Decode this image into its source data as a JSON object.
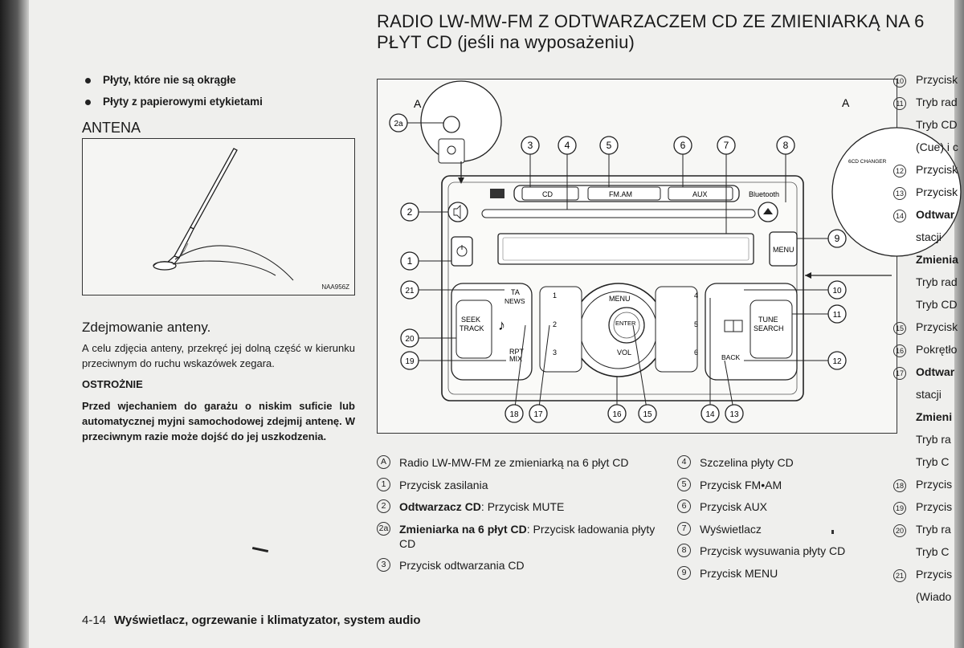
{
  "title": {
    "line1": "RADIO LW-MW-FM Z ODTWARZACZEM CD ZE ZMIENIARKĄ NA 6",
    "line2": "PŁYT CD (jeśli na wyposażeniu)"
  },
  "bullets": [
    "Płyty, które nie są okrągłe",
    "Płyty z papierowymi etykietami"
  ],
  "antenna_section": {
    "heading": "ANTENA",
    "image_code": "NAA956Z",
    "subheading": "Zdejmowanie anteny.",
    "text": "A celu zdjęcia anteny, przekręć jej dolną część w kierunku przeciwnym do ruchu wskazówek zegara.",
    "caution_heading": "OSTROŻNIE",
    "caution_text": "Przed wjechaniem do garażu o niskim suficie lub automatycznej myjni samochodowej zdejmij antenę. W przeciwnym razie może dojść do jej uszkodzenia."
  },
  "diagram": {
    "labels": {
      "cd": "CD",
      "fmam": "FM.AM",
      "aux": "AUX",
      "bluetooth": "Bluetooth",
      "menu": "MENU",
      "ta": "TA",
      "news": "NEWS",
      "seek": "SEEK",
      "track": "TRACK",
      "rpt": "RPT",
      "mix": "MIX",
      "tune": "TUNE",
      "search": "SEARCH",
      "back": "BACK",
      "enter": "ENTER",
      "menu_knob": "MENU",
      "vol": "VOL",
      "six_cd_changer": "6CD CHANGER",
      "presets": [
        "1",
        "2",
        "3",
        "4",
        "5",
        "6"
      ],
      "a_marker": "A",
      "callouts": [
        "1",
        "2",
        "2a",
        "3",
        "4",
        "5",
        "6",
        "7",
        "8",
        "9",
        "10",
        "11",
        "12",
        "13",
        "14",
        "15",
        "16",
        "17",
        "18",
        "19",
        "20",
        "21"
      ]
    }
  },
  "legend_left": [
    {
      "num": "A",
      "text": "Radio LW-MW-FM ze zmieniarką na 6 płyt CD"
    },
    {
      "num": "1",
      "text": "Przycisk zasilania"
    },
    {
      "num": "2",
      "bold": "Odtwarzacz CD",
      "text": ": Przycisk MUTE"
    },
    {
      "num": "2a",
      "bold": "Zmieniarka na 6 płyt CD",
      "text": ": Przycisk ładowania płyty CD"
    },
    {
      "num": "3",
      "text": "Przycisk odtwarzania CD"
    }
  ],
  "legend_right": [
    {
      "num": "4",
      "text": "Szczelina płyty CD"
    },
    {
      "num": "5",
      "text": "Przycisk FM•AM"
    },
    {
      "num": "6",
      "text": "Przycisk AUX"
    },
    {
      "num": "7",
      "text": "Wyświetlacz"
    },
    {
      "num": "8",
      "text": "Przycisk wysuwania płyty CD"
    },
    {
      "num": "9",
      "text": "Przycisk MENU"
    }
  ],
  "side_column": [
    {
      "num": "10",
      "text": "Przycisk"
    },
    {
      "num": "11",
      "text": "Tryb rad"
    },
    {
      "num": "",
      "text": "Tryb CD"
    },
    {
      "num": "",
      "text": "(Cue) i c"
    },
    {
      "num": "12",
      "text": "Przycisk"
    },
    {
      "num": "13",
      "text": "Przycisk"
    },
    {
      "num": "14",
      "text": "Odtwar",
      "bold": true
    },
    {
      "num": "",
      "text": "stacji"
    },
    {
      "num": "",
      "text": "Zmienia",
      "bold": true
    },
    {
      "num": "",
      "text": "Tryb rad"
    },
    {
      "num": "",
      "text": "Tryb CD"
    },
    {
      "num": "15",
      "text": "Przycisk"
    },
    {
      "num": "16",
      "text": "Pokrętło"
    },
    {
      "num": "17",
      "text": "Odtwar",
      "bold": true
    },
    {
      "num": "",
      "text": "stacji"
    },
    {
      "num": "",
      "text": "Zmieni",
      "bold": true
    },
    {
      "num": "",
      "text": "Tryb ra"
    },
    {
      "num": "",
      "text": "Tryb C"
    },
    {
      "num": "18",
      "text": "Przycis"
    },
    {
      "num": "19",
      "text": "Przycis"
    },
    {
      "num": "20",
      "text": "Tryb ra"
    },
    {
      "num": "",
      "text": "Tryb C"
    },
    {
      "num": "21",
      "text": "Przycis"
    },
    {
      "num": "",
      "text": "(Wiado"
    }
  ],
  "footer": {
    "page": "4-14",
    "text": "Wyświetlacz, ogrzewanie i klimatyzator, system audio"
  }
}
